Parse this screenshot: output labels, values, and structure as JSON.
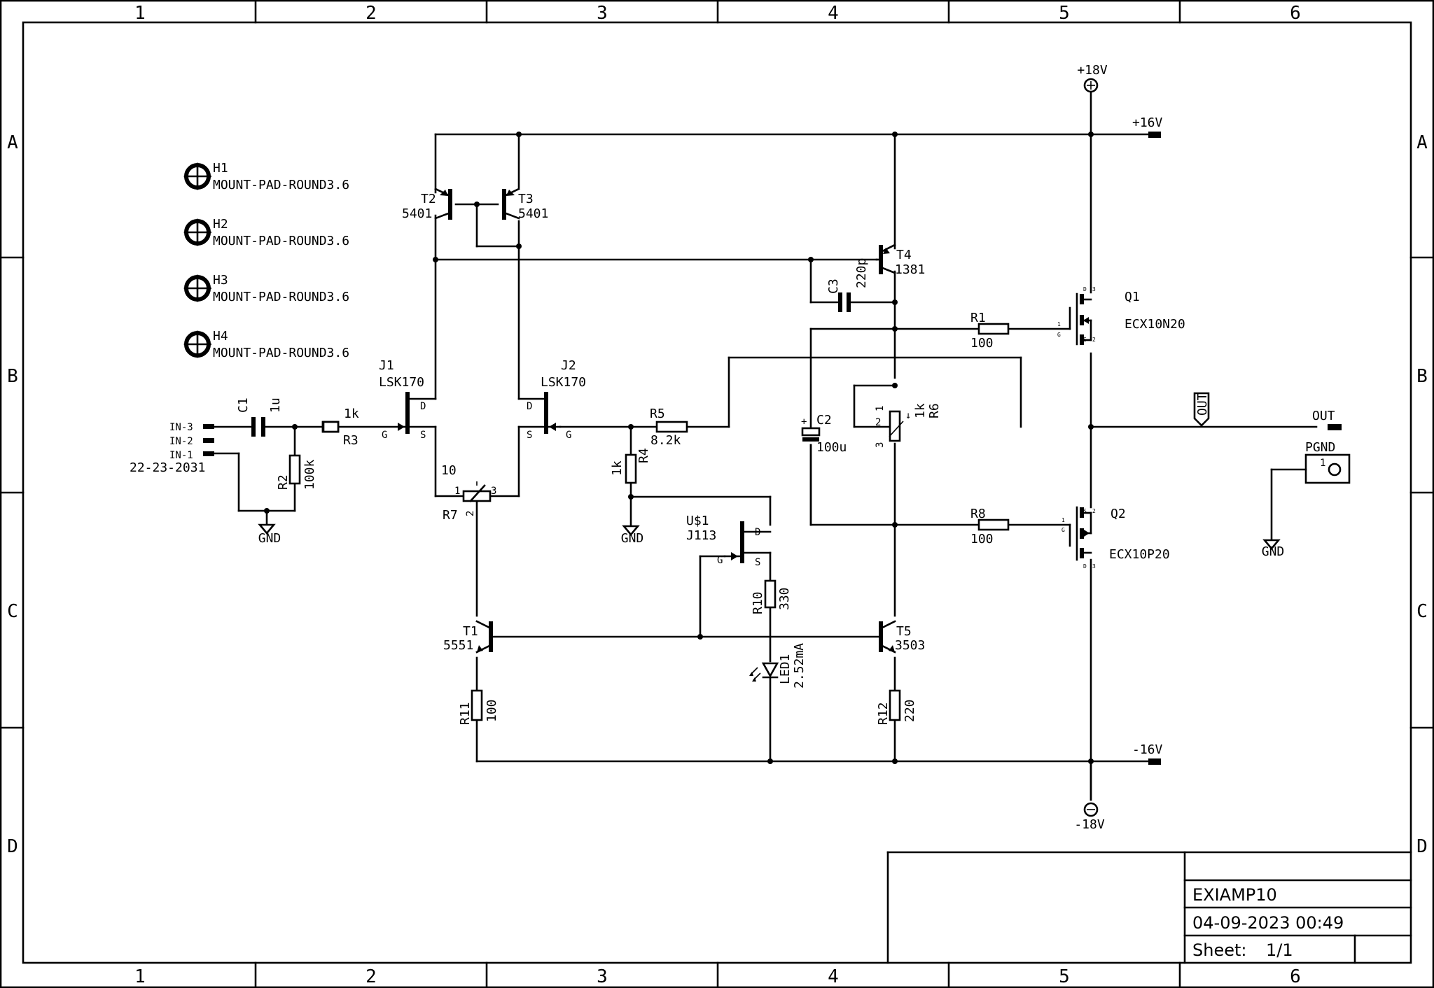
{
  "frame": {
    "columns": [
      "1",
      "2",
      "3",
      "4",
      "5",
      "6"
    ],
    "rows": [
      "A",
      "B",
      "C",
      "D"
    ]
  },
  "title_block": {
    "title": "EXIAMP10",
    "date": "04-09-2023 00:49",
    "sheet_label": "Sheet:",
    "sheet_value": "1/1"
  },
  "supplies": {
    "pos18": "+18V",
    "neg18": "-18V",
    "pos16": "+16V",
    "neg16": "-16V"
  },
  "ports": {
    "out_flag": "OUT",
    "out_net": "OUT",
    "pgnd": "PGND",
    "pgnd_pin": "1"
  },
  "mount_holes": [
    {
      "ref": "H1",
      "value": "MOUNT-PAD-ROUND3.6"
    },
    {
      "ref": "H2",
      "value": "MOUNT-PAD-ROUND3.6"
    },
    {
      "ref": "H3",
      "value": "MOUNT-PAD-ROUND3.6"
    },
    {
      "ref": "H4",
      "value": "MOUNT-PAD-ROUND3.6"
    }
  ],
  "connector": {
    "pins": [
      "IN-3",
      "IN-2",
      "IN-1"
    ],
    "part": "22-23-2031"
  },
  "gnd_label": "GND",
  "pin_labels": {
    "d": "D",
    "s": "S",
    "g": "G",
    "one": "1",
    "two": "2",
    "three": "3",
    "plus": "+"
  },
  "mosfet_pins": {
    "q1": [
      "D",
      "3",
      "1",
      "G",
      "S",
      "2"
    ],
    "q2": [
      "S",
      "2",
      "1",
      "G",
      "D",
      "3"
    ]
  },
  "components": {
    "C1": {
      "ref": "C1",
      "value": "1u"
    },
    "R3": {
      "ref": "R3",
      "value": "1k"
    },
    "R2": {
      "ref": "R2",
      "value": "100k"
    },
    "J1": {
      "ref": "J1",
      "value": "LSK170"
    },
    "J2": {
      "ref": "J2",
      "value": "LSK170"
    },
    "T2": {
      "ref": "T2",
      "value": "5401"
    },
    "T3": {
      "ref": "T3",
      "value": "5401"
    },
    "T4": {
      "ref": "T4",
      "value": "1381"
    },
    "C3": {
      "ref": "C3",
      "value": "220p"
    },
    "R1": {
      "ref": "R1",
      "value": "100"
    },
    "Q1": {
      "ref": "Q1",
      "value": "ECX10N20"
    },
    "R5": {
      "ref": "R5",
      "value": "8.2k"
    },
    "R4": {
      "ref": "R4",
      "value": "1k"
    },
    "R7": {
      "ref": "R7",
      "value": "10"
    },
    "C2": {
      "ref": "C2",
      "value": "100u"
    },
    "R6": {
      "ref": "R6",
      "value": "1k"
    },
    "R8": {
      "ref": "R8",
      "value": "100"
    },
    "Q2": {
      "ref": "Q2",
      "value": "ECX10P20"
    },
    "U1": {
      "ref": "U$1",
      "value": "J113"
    },
    "R10": {
      "ref": "R10",
      "value": "330"
    },
    "LED1": {
      "ref": "LED1",
      "value": "2.52mA"
    },
    "T1": {
      "ref": "T1",
      "value": "5551"
    },
    "T5": {
      "ref": "T5",
      "value": "3503"
    },
    "R11": {
      "ref": "R11",
      "value": "100"
    },
    "R12": {
      "ref": "R12",
      "value": "220"
    }
  }
}
